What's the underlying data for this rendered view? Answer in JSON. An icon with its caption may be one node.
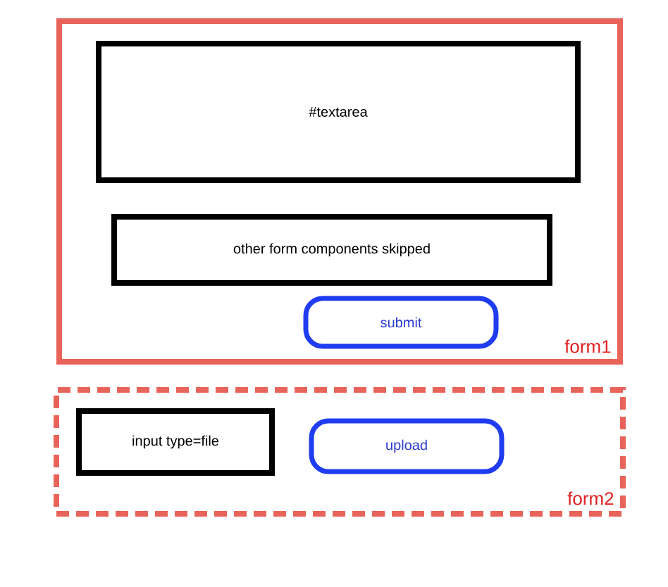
{
  "diagram": {
    "nodes": [
      {
        "text": [
          "form1"
        ]
      },
      {
        "text": [
          "#textarea"
        ],
        "in": 0
      },
      {
        "text": [
          "other form components  skipped"
        ],
        "in": 0
      },
      {
        "text": [
          "submit"
        ],
        "in": 0
      },
      {
        "text": [
          "form2"
        ]
      },
      {
        "text": [
          "input type=file"
        ],
        "in": 4
      },
      {
        "text": [
          "upload"
        ],
        "in": 4
      }
    ]
  }
}
